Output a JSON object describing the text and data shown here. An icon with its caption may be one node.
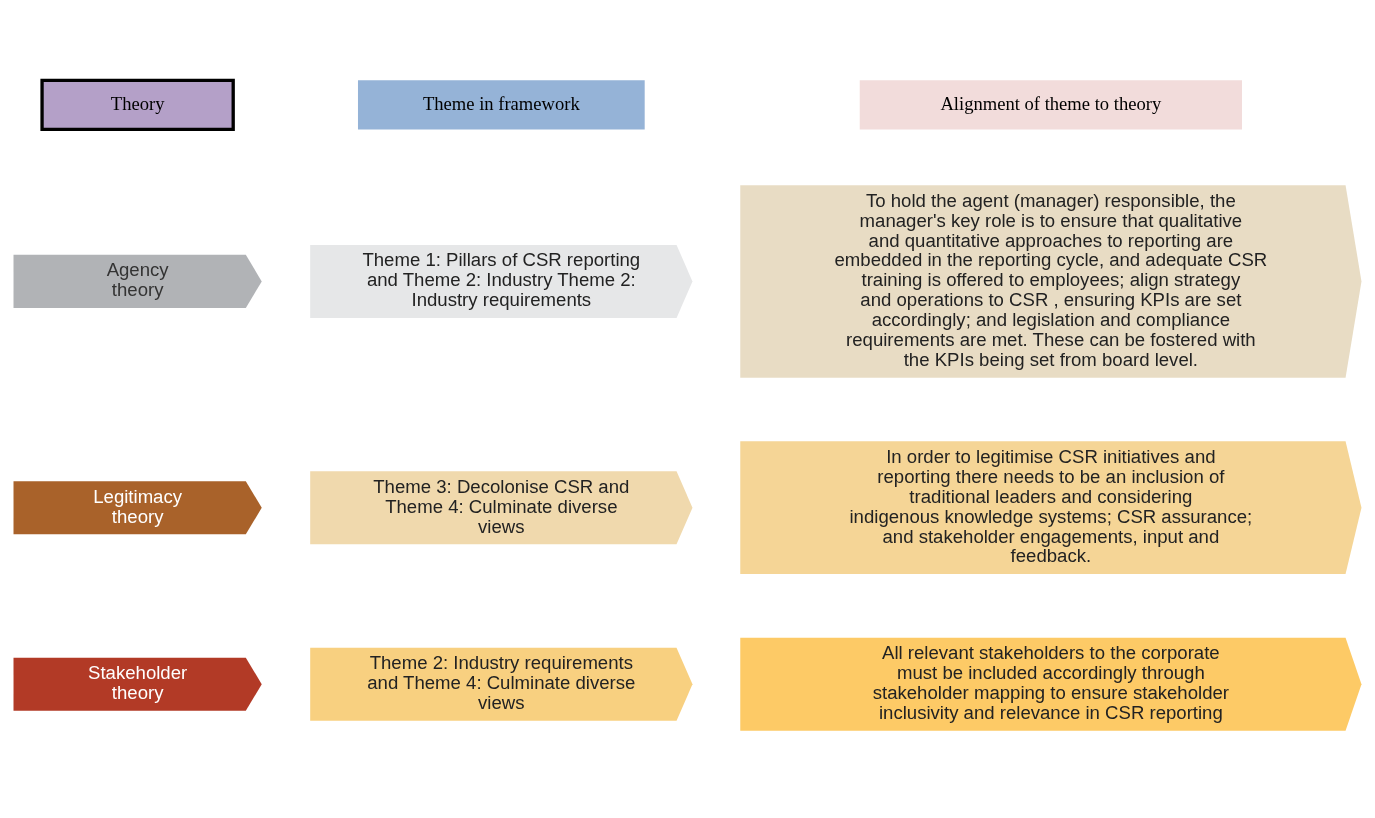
{
  "diagram": {
    "nodes": [
      {
        "text": [
          "Theory"
        ]
      },
      {
        "text": [
          "Theme in framework"
        ]
      },
      {
        "text": [
          "Alignment of theme to theory"
        ]
      },
      {
        "text": [
          "Agency theory"
        ]
      },
      {
        "text": [
          "Theme 1: Pillars of CSR reporting and Theme 2: Industry Theme 2: Industry requirements"
        ]
      },
      {
        "text": [
          "To hold the agent (manager) responsible, the manager's key role is to ensure that qualitative and quantitative approaches to reporting are embedded in the reporting cycle, and adequate CSR training is offered to employees; align strategy and operations to CSR , ensuring KPIs are set accordingly; and legislation and compliance requirements are met. These can be fostered with the KPIs being set from board level."
        ]
      },
      {
        "text": [
          "Legitimacy theory"
        ]
      },
      {
        "text": [
          "Theme 3: Decolonise CSR and Theme 4: Culminate diverse views"
        ]
      },
      {
        "text": [
          "In order to legitimise CSR initiatives and reporting there needs to be an inclusion of traditional leaders and considering indigenous knowledge systems; CSR assurance; and stakeholder engagements, input and feedback."
        ]
      },
      {
        "text": [
          "Stakeholder theory"
        ]
      },
      {
        "text": [
          "Theme 2: Industry requirements and Theme 4: Culminate diverse views"
        ]
      },
      {
        "text": [
          "All relevant stakeholders to the corporate must be included accordingly through stakeholder mapping to ensure stakeholder inclusivity and relevance in CSR reporting"
        ]
      }
    ],
    "edges": []
  }
}
